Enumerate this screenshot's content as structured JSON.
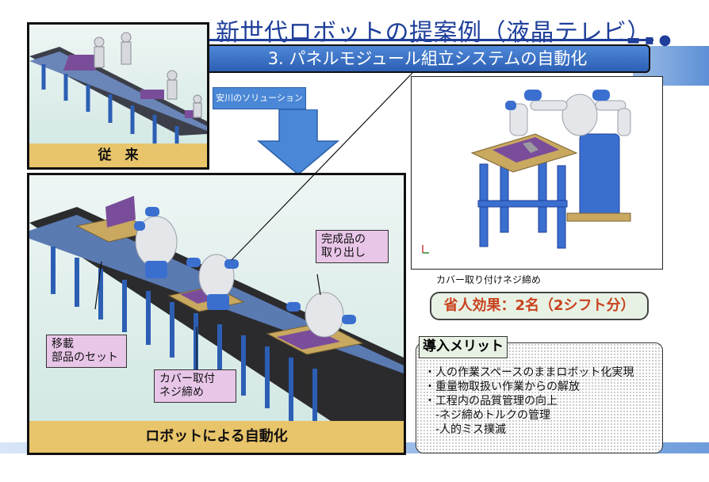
{
  "title": "新世代ロボットの提案例（液晶テレビ）",
  "subtitle": "3. パネルモジュール組立システムの自動化",
  "conventional_label": "従　来",
  "solution_label": "安川のソリューション",
  "automation_label": "ロボットによる自動化",
  "callouts": {
    "transfer": [
      "移載",
      "部品のセット"
    ],
    "cover": [
      "カバー取付",
      "ネジ締め"
    ],
    "finished": [
      "完成品の",
      "取り出し"
    ]
  },
  "robot_caption": "カバー取り付けネジ締め",
  "labor_effect": "省人効果：2名（2シフト分）",
  "merits": {
    "title": "導入メリット",
    "items": [
      "・人の作業スペースのままロボット化実現",
      "・重量物取扱い作業からの解放",
      "・工程内の品質管理の向上",
      "　-ネジ締めトルクの管理",
      "　-人的ミス撲滅"
    ]
  },
  "colors": {
    "title_blue": "#1f3f9a",
    "banner_blue": "#3a72c8",
    "label_gold": "#e8c46a",
    "callout_pink": "#e8c6e8",
    "effect_red": "#c8421e"
  }
}
